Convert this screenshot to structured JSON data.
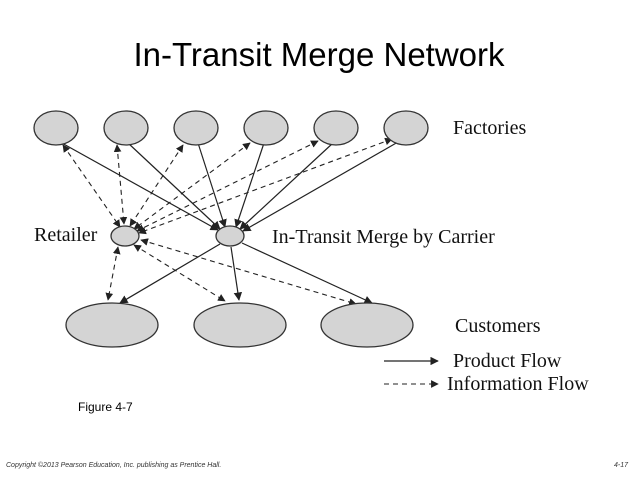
{
  "title": "In-Transit Merge Network",
  "labels": {
    "factories": "Factories",
    "retailer": "Retailer",
    "merge": "In-Transit Merge by Carrier",
    "customers": "Customers"
  },
  "legend": {
    "product_flow": "Product Flow",
    "information_flow": "Information Flow"
  },
  "caption": "Figure 4-7",
  "footer": {
    "copyright": "Copyright ©2013 Pearson Education, Inc. publishing as Prentice Hall.",
    "page": "4-17"
  },
  "colors": {
    "node_fill": "#d4d4d4",
    "node_stroke": "#333333",
    "line": "#222222"
  }
}
